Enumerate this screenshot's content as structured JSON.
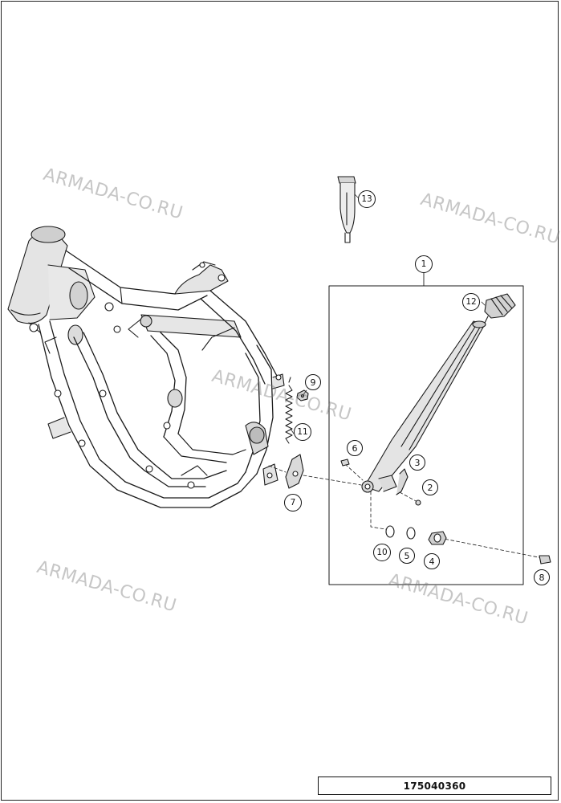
{
  "watermarks": [
    "ARMADA-CO.RU",
    "ARMADA-CO.RU",
    "ARMADA-CO.RU",
    "ARMADA-CO.RU",
    "ARMADA-CO.RU"
  ],
  "callouts": [
    "1",
    "2",
    "3",
    "4",
    "5",
    "6",
    "7",
    "8",
    "9",
    "10",
    "11",
    "12",
    "13"
  ],
  "part_number": "175040360",
  "colors": {
    "line": "#1a1a1a",
    "fill": "#e2e2e2",
    "watermark": "#9a9a9a"
  }
}
